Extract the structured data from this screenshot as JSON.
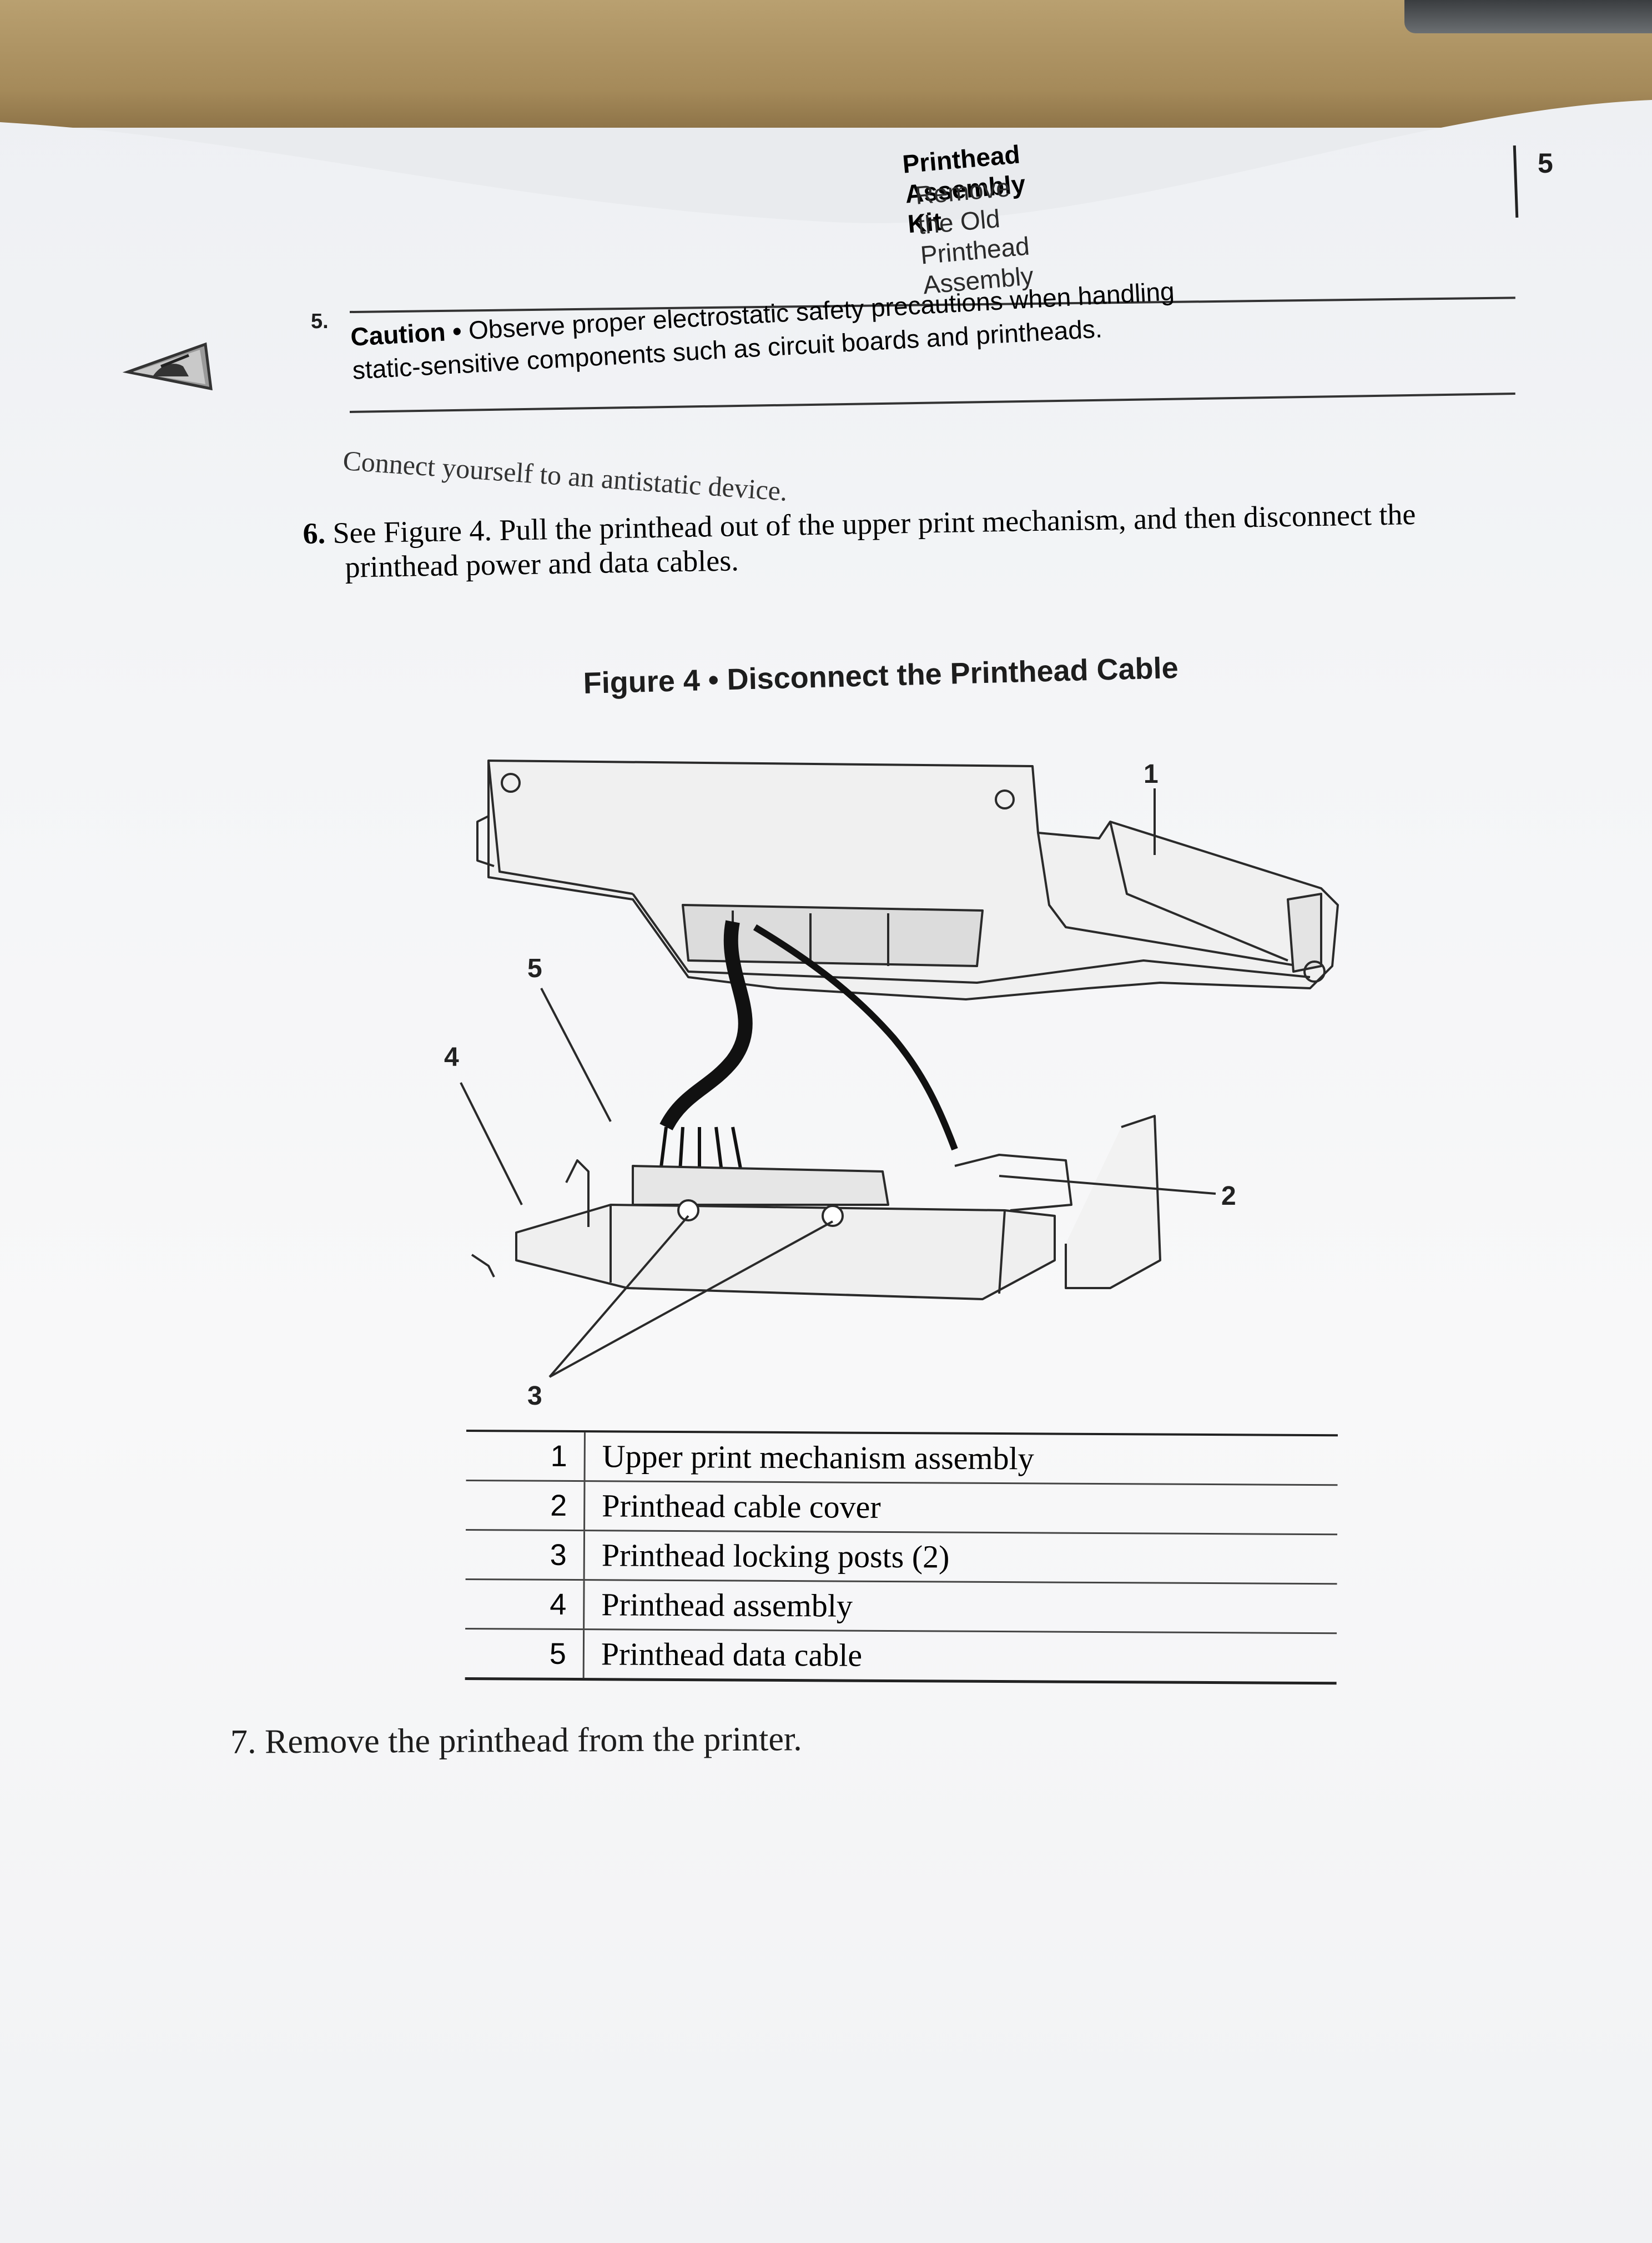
{
  "header": {
    "doc_title": "Printhead Assembly Kit",
    "section_title": "Remove the Old Printhead Assembly",
    "page_number": "5"
  },
  "caution": {
    "step_number": "5.",
    "label": "Caution •",
    "line1": "Observe proper electrostatic safety precautions when handling",
    "line2": "static-sensitive components such as circuit boards and printheads.",
    "icon": "esd-warning-icon"
  },
  "step5": {
    "text": "Connect yourself to an antistatic device."
  },
  "step6": {
    "number": "6.",
    "line1": "See Figure 4. Pull the printhead out of the upper print mechanism, and then disconnect the",
    "line2": "printhead power and data cables."
  },
  "figure": {
    "title": "Figure 4 • Disconnect the Printhead Cable",
    "callouts": [
      "1",
      "2",
      "3",
      "4",
      "5"
    ]
  },
  "parts": [
    {
      "num": "1",
      "desc": "Upper print mechanism assembly"
    },
    {
      "num": "2",
      "desc": "Printhead cable cover"
    },
    {
      "num": "3",
      "desc": "Printhead locking posts (2)"
    },
    {
      "num": "4",
      "desc": "Printhead assembly"
    },
    {
      "num": "5",
      "desc": "Printhead data cable"
    }
  ],
  "step7": {
    "text": "7. Remove the printhead from the printer."
  }
}
